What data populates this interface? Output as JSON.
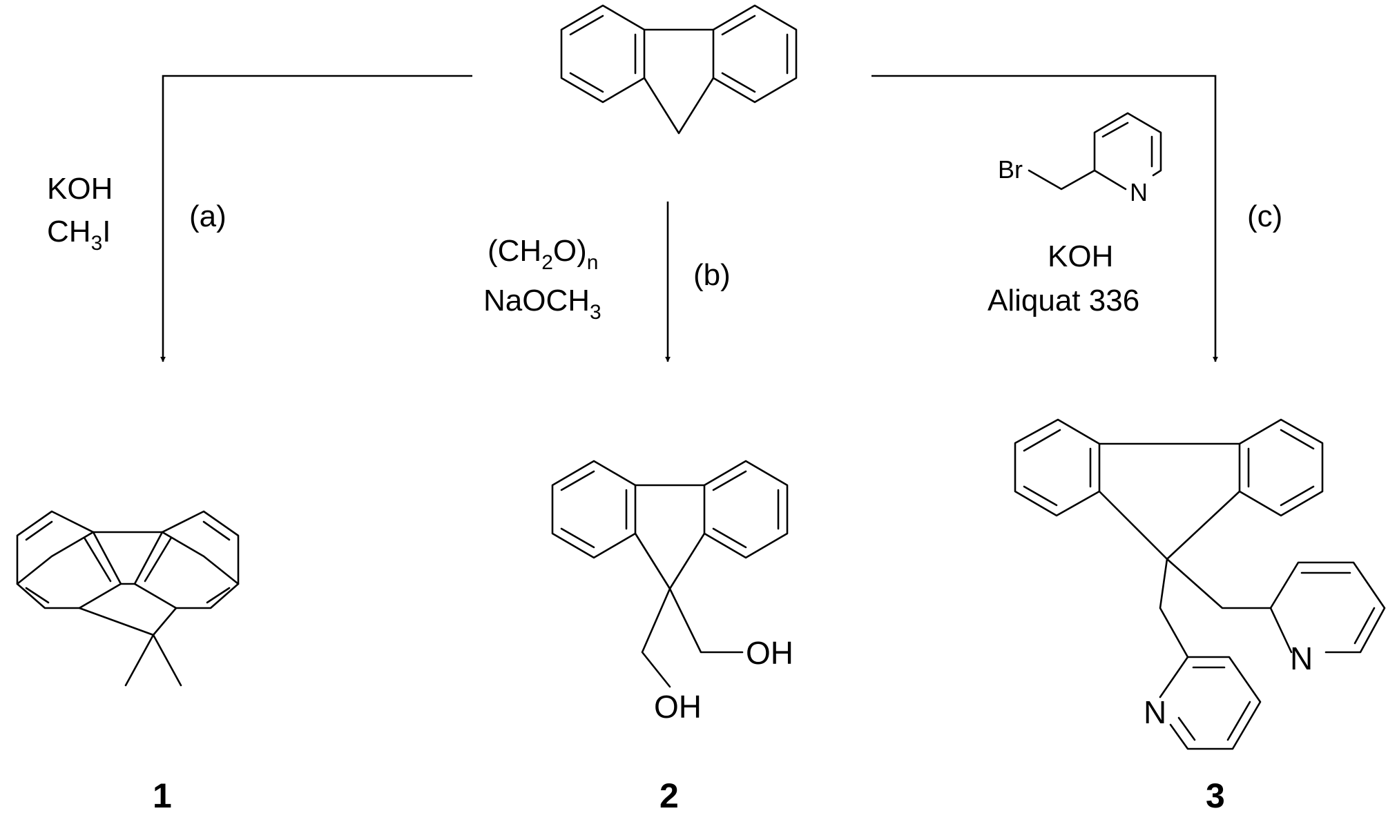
{
  "starting_material": {
    "name": ""
  },
  "steps": {
    "a": {
      "label": "(a)",
      "reagents": [
        "KOH",
        "CH3I"
      ],
      "product_number": "1"
    },
    "b": {
      "label": "(b)",
      "reagents": [
        "(CH2O)n",
        "NaOCH3"
      ],
      "product_number": "2"
    },
    "c": {
      "label": "(c)",
      "reagents": [
        "KOH",
        "Aliquat 336"
      ],
      "product_number": "3"
    }
  },
  "atom_labels": {
    "br": "Br",
    "n": "N",
    "oh": "OH"
  },
  "text_parts": {
    "ch3i_ch": "CH",
    "ch3i_sub": "3",
    "ch3i_i": "I",
    "ch2on_open": "(CH",
    "ch2on_sub": "2",
    "ch2on_close": "O)",
    "ch2on_n": "n",
    "naoch3_main": "NaOCH",
    "naoch3_sub": "3"
  }
}
